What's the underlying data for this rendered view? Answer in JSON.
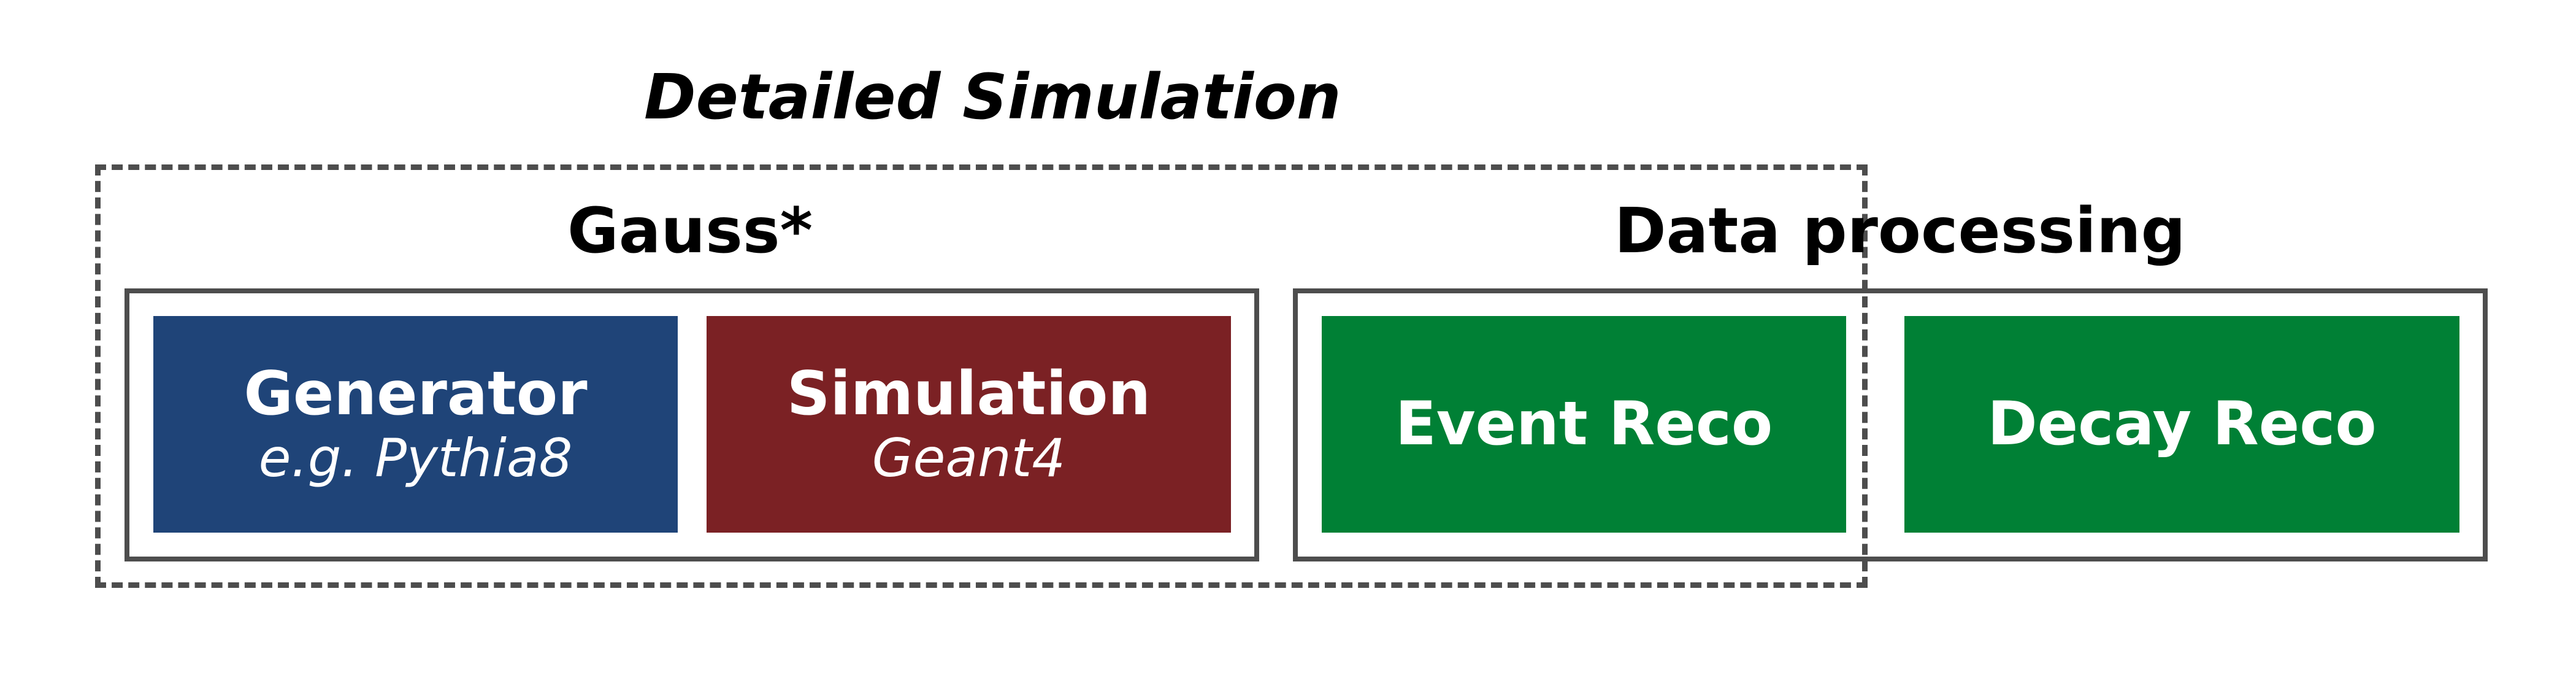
{
  "title": "Detailed Simulation",
  "groups": {
    "gauss": {
      "label": "Gauss*"
    },
    "data_processing": {
      "label": "Data processing"
    }
  },
  "blocks": [
    {
      "title": "Generator",
      "subtitle": "e.g. Pythia8",
      "color": "#1f4478"
    },
    {
      "title": "Simulation",
      "subtitle": "Geant4",
      "color": "#7b2124"
    },
    {
      "title": "Event Reco",
      "subtitle": "",
      "color": "#008035"
    },
    {
      "title": "Decay Reco",
      "subtitle": "",
      "color": "#008035"
    }
  ],
  "colors": {
    "frame": "#4d4d4d"
  }
}
